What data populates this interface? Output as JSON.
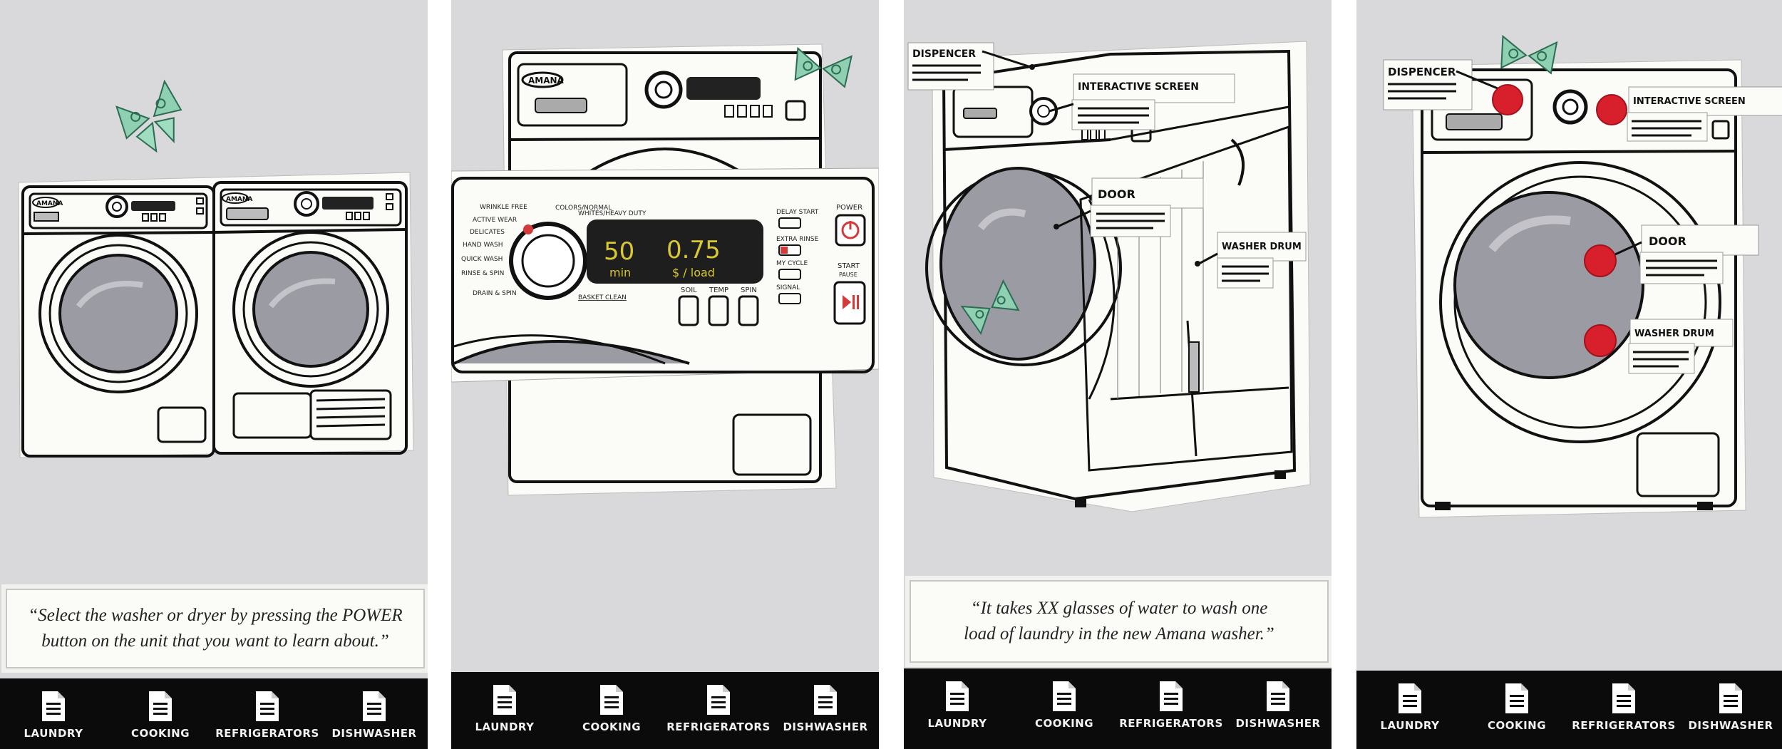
{
  "nav": [
    {
      "id": "laundry",
      "label": "LAUNDRY",
      "icon": "document-icon"
    },
    {
      "id": "cooking",
      "label": "COOKING",
      "icon": "document-icon"
    },
    {
      "id": "refrigerators",
      "label": "REFRIGERATORS",
      "icon": "document-icon"
    },
    {
      "id": "dishwasher",
      "label": "DISHWASHER",
      "icon": "document-icon"
    }
  ],
  "screen1": {
    "caption_line1": "“Select the washer or dryer by pressing the POWER",
    "caption_line2": "button on the unit that you want to learn about.”",
    "washer_brand": "AMANA",
    "dryer_brand": "AMANA"
  },
  "screen2": {
    "brand": "AMANA",
    "cycles": [
      "WRINKLE FREE",
      "ACTIVE WEAR",
      "DELICATES",
      "HAND WASH",
      "QUICK WASH",
      "RINSE & SPIN",
      "DRAIN & SPIN",
      "COLORS/NORMAL",
      "WHITES/HEAVY DUTY",
      "BASKET CLEAN"
    ],
    "time_value": "50",
    "time_unit": "min",
    "cost_value": "0.75",
    "cost_unit": "$ / load",
    "options": [
      "DELAY START",
      "EXTRA RINSE",
      "MY CYCLE",
      "SIGNAL"
    ],
    "settings": [
      "SOIL",
      "TEMP",
      "SPIN"
    ],
    "power_label": "POWER",
    "start_label_1": "START",
    "start_label_2": "PAUSE"
  },
  "screen3": {
    "labels": {
      "dispenser": "DISPENCER",
      "interactive_screen": "INTERACTIVE SCREEN",
      "door": "DOOR",
      "washer_drum": "WASHER DRUM"
    },
    "caption_line1": "“It takes XX glasses of water to wash one",
    "caption_line2": "load of laundry in the new Amana washer.”"
  },
  "screen4": {
    "labels": {
      "dispenser": "DISPENCER",
      "interactive_screen": "INTERACTIVE SCREEN",
      "door": "DOOR",
      "washer_drum": "WASHER DRUM"
    },
    "hotspot_color": "#d81f2c"
  },
  "colors": {
    "board_bg": "#d9d9db",
    "navbar_bg": "#0b0b0b",
    "drum_gray": "#9b9ba3",
    "lcd_text": "#d9c930",
    "money_green": "#8fd0b3",
    "power_red": "#d43a3a"
  }
}
